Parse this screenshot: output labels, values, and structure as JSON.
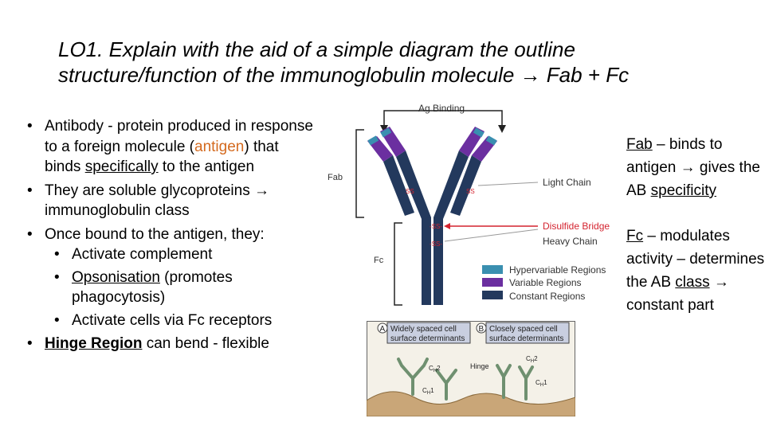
{
  "title": {
    "line1": "LO1. Explain with the aid of a simple diagram the outline",
    "line2a": "structure/function of the immunoglobulin molecule",
    "arrow": "→",
    "line2b": "Fab + Fc"
  },
  "bullets": {
    "b1": {
      "a": "Antibody - protein produced in response to a foreign molecule (",
      "antigen": "antigen",
      "b": ") that binds ",
      "specifically": "specifically",
      "c": " to the antigen"
    },
    "b2": {
      "a": "They are soluble glycoproteins ",
      "arrow": "→",
      "b": " immunoglobulin class"
    },
    "b3": "Once bound to the antigen, they:",
    "sub1": "Activate complement",
    "sub2": {
      "opson": "Opsonisation",
      "rest": " (promotes phagocytosis)"
    },
    "sub3": "Activate cells via Fc receptors",
    "b4": {
      "hinge": "Hinge Region",
      "rest": " can bend - flexible"
    }
  },
  "fab_note": {
    "fab": "Fab",
    "a": " – binds to antigen ",
    "arrow": "→",
    "b": " gives the AB ",
    "spec": "specificity"
  },
  "fc_note": {
    "fc": "Fc",
    "a": " – modulates activity – determines the AB ",
    "class": "class",
    "arrow": "→",
    "b": " constant part"
  },
  "diagram": {
    "ag_binding": "Ag Binding",
    "fab": "Fab",
    "fc": "Fc",
    "light_chain": "Light Chain",
    "disulfide_bridge": "Disulfide Bridge",
    "heavy_chain": "Heavy Chain",
    "ss": "-SS-",
    "legend": [
      {
        "label": "Hypervariable Regions",
        "color": "#3a8fb0"
      },
      {
        "label": "Variable Regions",
        "color": "#6b2fa0"
      },
      {
        "label": "Constant Regions",
        "color": "#23395d"
      }
    ],
    "colors": {
      "constant": "#23395d",
      "variable": "#6b2fa0",
      "hypervariable": "#3a8fb0",
      "disulfide": "#d4232f"
    }
  },
  "inset": {
    "a_letter": "A",
    "a_label": "Widely spaced cell surface determinants",
    "b_letter": "B",
    "b_label": "Closely spaced cell surface determinants",
    "hinge": "Hinge",
    "ch2": "CH2",
    "ch1": "CH1"
  }
}
